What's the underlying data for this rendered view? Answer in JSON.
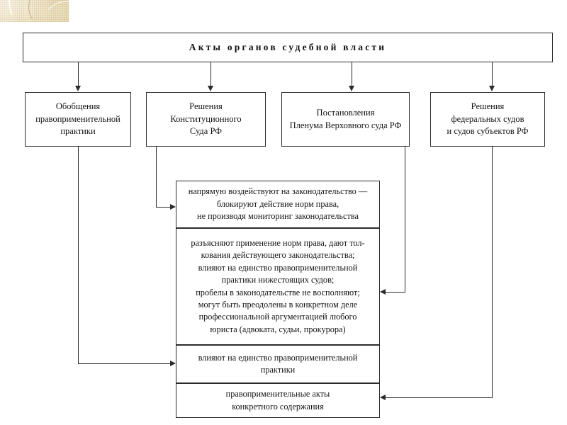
{
  "diagram": {
    "title_box": {
      "label": "Акты органов судебной власти"
    },
    "categories": [
      {
        "id": "generalizations",
        "lines": [
          "Обобщения",
          "правоприменительной",
          "практики"
        ]
      },
      {
        "id": "constitutional-court",
        "lines": [
          "Решения",
          "Конституционного",
          "Суда РФ"
        ]
      },
      {
        "id": "supreme-court-plenum",
        "lines": [
          "Постановления",
          "Пленума Верховного суда РФ"
        ]
      },
      {
        "id": "federal-and-subject-courts",
        "lines": [
          "Решения",
          "федеральных судов",
          "и судов субъектов РФ"
        ]
      }
    ],
    "effects": [
      {
        "id": "direct-impact-on-legislation",
        "lines": [
          "напрямую воздействуют на законодательство —",
          "блокируют действие норм права,",
          "не производя мониторинг законодательства"
        ]
      },
      {
        "id": "clarify-application-of-law",
        "lines": [
          "разъясняют применение норм права, дают тол-",
          "кования действующего законодательства;",
          "влияют на единство правоприменительной",
          "практики нижестоящих судов;",
          "пробелы в законодательстве не восполняют;",
          "могут быть преодолены в конкретном деле",
          "профессиональной аргументацией любого",
          "юриста (адвоката, судьи, прокурора)"
        ]
      },
      {
        "id": "influence-uniformity-of-practice",
        "lines": [
          "влияют на единство правоприменительной",
          "практики"
        ]
      },
      {
        "id": "concrete-law-enforcement-acts",
        "lines": [
          "правоприменительные акты",
          "конкретного содержания"
        ]
      }
    ],
    "connections": [
      {
        "id": "title-to-generalizations",
        "from": "title_box",
        "to": "generalizations",
        "arrow": "down"
      },
      {
        "id": "title-to-constitutional-court",
        "from": "title_box",
        "to": "constitutional-court",
        "arrow": "down"
      },
      {
        "id": "title-to-supreme-court-plenum",
        "from": "title_box",
        "to": "supreme-court-plenum",
        "arrow": "down"
      },
      {
        "id": "title-to-federal-and-subject-courts",
        "from": "title_box",
        "to": "federal-and-subject-courts",
        "arrow": "down"
      },
      {
        "id": "generalizations-to-influence-uniformity",
        "from": "generalizations",
        "to": "influence-uniformity-of-practice",
        "arrow": "right"
      },
      {
        "id": "constitutional-court-to-direct-impact",
        "from": "constitutional-court",
        "to": "direct-impact-on-legislation",
        "arrow": "right"
      },
      {
        "id": "supreme-court-plenum-to-clarify-application",
        "from": "supreme-court-plenum",
        "to": "clarify-application-of-law",
        "arrow": "left"
      },
      {
        "id": "federal-courts-to-concrete-acts",
        "from": "federal-and-subject-courts",
        "to": "concrete-law-enforcement-acts",
        "arrow": "left"
      }
    ],
    "colors": {
      "border": "#2b2b2b",
      "text": "#141414",
      "background": "#ffffff",
      "decoration": "#efe4c8"
    }
  }
}
